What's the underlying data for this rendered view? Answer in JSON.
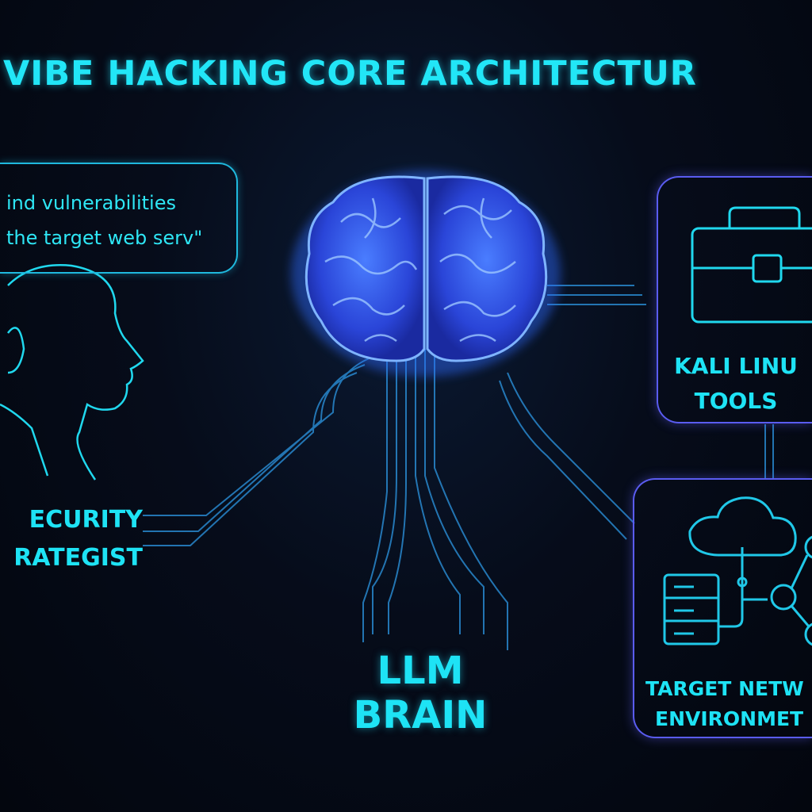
{
  "title": "VIBE HACKING CORE ARCHITECTUR",
  "prompt_bubble": {
    "line1": "ind vulnerabilities",
    "line2": "the target web serv\""
  },
  "security_strategist": {
    "line1": "ECURITY",
    "line2": "RATEGIST"
  },
  "llm_brain": {
    "line1": "LLM",
    "line2": "BRAIN"
  },
  "kali_tools": {
    "line1": "KALI LINU",
    "line2": "TOOLS"
  },
  "target_network": {
    "line1": "TARGET NETW",
    "line2": "ENVIRONMET"
  },
  "colors": {
    "accent": "#22e6f7",
    "box_border": "#5a5cf0",
    "brain": "#2b5cf0",
    "background": "#050a16"
  },
  "icons": [
    "person-head-icon",
    "brain-icon",
    "toolbox-icon",
    "cloud-icon",
    "server-icon",
    "network-nodes-icon"
  ]
}
